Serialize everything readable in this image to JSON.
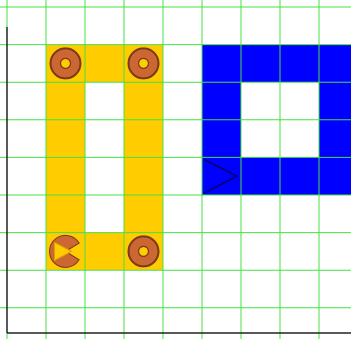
{
  "game": {
    "grid": {
      "cols": 9,
      "rows": 9,
      "line_color": "#44e044",
      "border_color": "#222222"
    },
    "colors": {
      "yellow": "#ffcc00",
      "blue": "#0000ff",
      "coin_fill": "#cc6633",
      "coin_stroke": "#7a3a1a",
      "coin_center": "#ffcc00",
      "player_fill": "#ffcc00",
      "player_stroke": "#cc6633",
      "blue_arrow_stroke": "#000066"
    },
    "yellow_cells": [
      [
        1,
        1
      ],
      [
        2,
        1
      ],
      [
        3,
        1
      ],
      [
        1,
        2
      ],
      [
        3,
        2
      ],
      [
        1,
        3
      ],
      [
        3,
        3
      ],
      [
        1,
        4
      ],
      [
        3,
        4
      ],
      [
        1,
        5
      ],
      [
        3,
        5
      ],
      [
        1,
        6
      ],
      [
        2,
        6
      ],
      [
        3,
        6
      ]
    ],
    "blue_cells": [
      [
        5,
        1
      ],
      [
        6,
        1
      ],
      [
        7,
        1
      ],
      [
        8,
        1
      ],
      [
        5,
        2
      ],
      [
        8,
        2
      ],
      [
        5,
        3
      ],
      [
        8,
        3
      ],
      [
        5,
        4
      ],
      [
        6,
        4
      ],
      [
        7,
        4
      ],
      [
        8,
        4
      ]
    ],
    "coins": [
      [
        1,
        1
      ],
      [
        3,
        1
      ],
      [
        3,
        6
      ]
    ],
    "player": {
      "cell": [
        1,
        6
      ],
      "icon": "pacman-arrow-icon",
      "direction": "right"
    },
    "blue_arrow": {
      "cell": [
        5,
        4
      ],
      "icon": "blue-arrow-icon",
      "direction": "right"
    }
  }
}
